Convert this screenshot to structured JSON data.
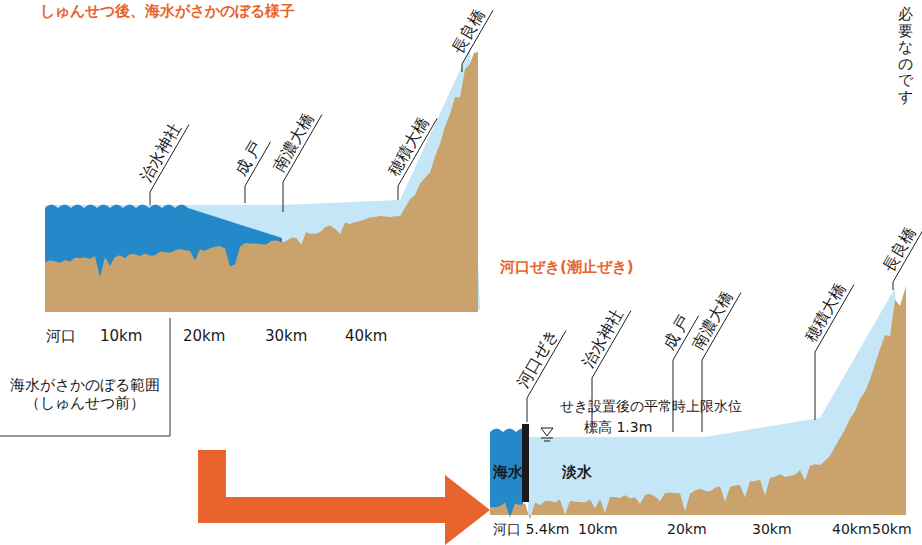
{
  "diagram": {
    "labels": [
      "しゅんせつ後、海水がさかのぼる様子",
      "治水神社",
      "成 戸",
      "南濃大橋",
      "穂積大橋",
      "長良橋",
      "河口",
      "10km",
      "20km",
      "30km",
      "40km",
      "海水がさかのぼる範囲 （しゅんせつ前）",
      "河口ぜき(潮止ぜき)",
      "河口ぜき",
      "治水神社",
      "成 戸",
      "南濃大橋",
      "穂積大橋",
      "長良橋",
      "せき設置後の平常時上限水位",
      "標高 1.3m",
      "海水",
      "淡水",
      "河口 5.4km",
      "10km",
      "20km",
      "30km",
      "40km",
      "50km",
      "必要なのです"
    ]
  }
}
